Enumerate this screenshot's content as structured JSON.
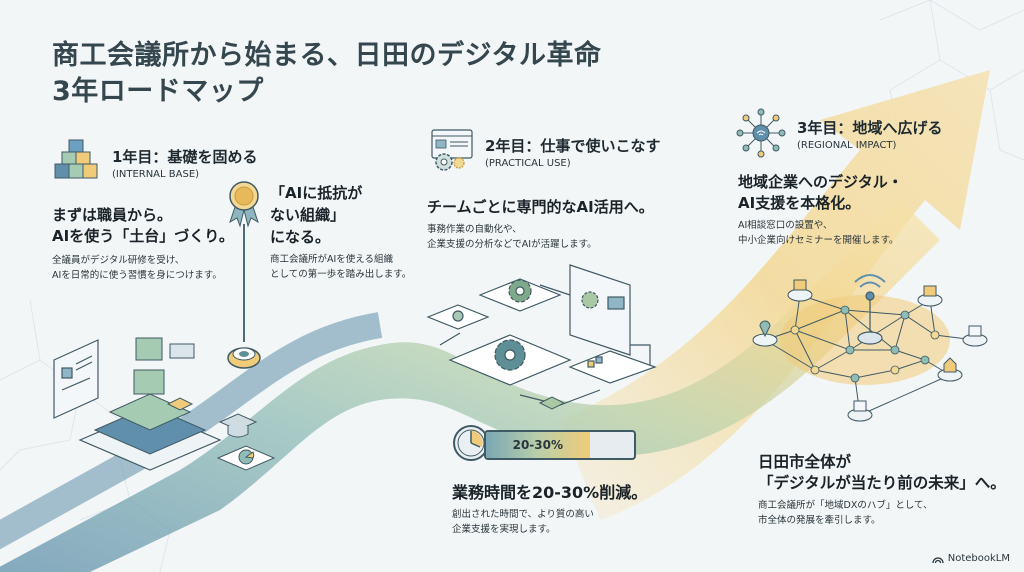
{
  "title": {
    "line1": "商工会議所から始まる、日田のデジタル革命",
    "line2": "3年ロードマップ"
  },
  "stages": [
    {
      "icon": "stacked-cubes-icon",
      "heading": "1年目：基礎を固める",
      "subheading": "(INTERNAL BASE)",
      "headline_lines": [
        "まずは職員から。",
        "AIを使う「土台」づくり。"
      ],
      "body_lines": [
        "全議員がデジタル研修を受け、",
        "AIを日常的に使う習慣を身につけます。"
      ]
    },
    {
      "icon": "browser-gears-icon",
      "heading": "2年目：仕事で使いこなす",
      "subheading": "(PRACTICAL USE)",
      "headline_lines": [
        "チームごとに専門的なAI活用へ。"
      ],
      "body_lines": [
        "事務作業の自動化や、",
        "企業支援の分析などでAIが活躍します。"
      ]
    },
    {
      "icon": "network-hub-icon",
      "heading": "3年目：地域へ広げる",
      "subheading": "(REGIONAL IMPACT)",
      "headline_lines": [
        "地域企業へのデジタル・",
        "AI支援を本格化。"
      ],
      "body_lines": [
        "AI相談窓口の設置や、",
        "中小企業向けセミナーを開催します。"
      ]
    }
  ],
  "milestone_award": {
    "icon": "award-medal-icon",
    "headline_lines": [
      "「AIに抵抗が",
      "ない組織」",
      "になる。"
    ],
    "body_lines": [
      "商工会議所がAIを使える組織",
      "としての第一歩を踏み出します。"
    ]
  },
  "milestone_time": {
    "icon": "clock-icon",
    "progress_label": "20-30%",
    "progress_fraction": 0.7,
    "headline": "業務時間を20-30%削減。",
    "body_lines": [
      "創出された時間で、より質の高い",
      "企業支援を実現します。"
    ]
  },
  "milestone_future": {
    "headline_lines": [
      "日田市全体が",
      "「デジタルが当たり前の未来」へ。"
    ],
    "body_lines": [
      "商工会議所が「地域DXのハブ」として、",
      "市全体の発展を牽引します。"
    ]
  },
  "brand": {
    "icon": "notebooklm-icon",
    "label": "NotebookLM"
  },
  "colors": {
    "title": "#34474f",
    "path_blue": "#5f8fab",
    "path_teal": "#8fbcb6",
    "path_green": "#a9c9a4",
    "path_yellow": "#f0cb79",
    "accent_gold": "#e8b95a"
  }
}
